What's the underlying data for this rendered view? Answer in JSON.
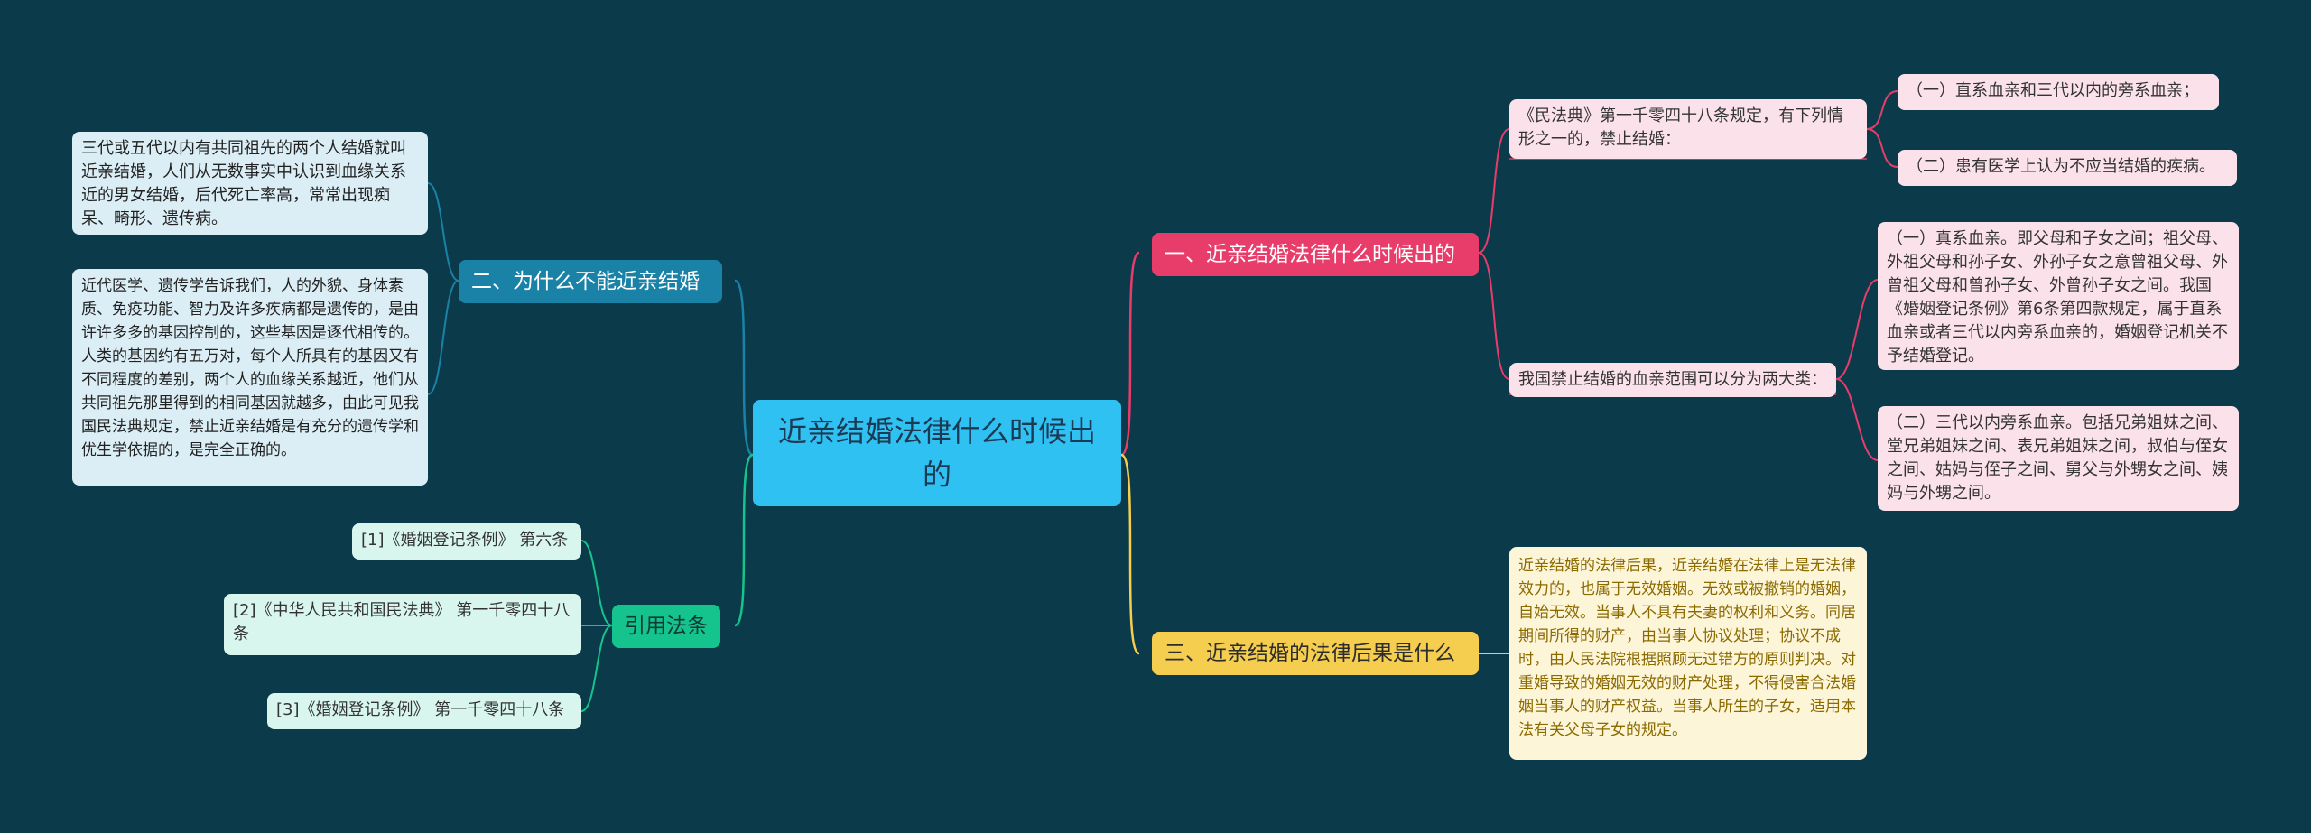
{
  "root": {
    "title": "近亲结婚法律什么时候出的"
  },
  "branch1": {
    "title": "一、近亲结婚法律什么时候出的",
    "sub1": {
      "text": "《民法典》第一千零四十八条规定，有下列情形之一的，禁止结婚：",
      "items": [
        "（一）直系血亲和三代以内的旁系血亲；",
        "（二）患有医学上认为不应当结婚的疾病。"
      ]
    },
    "sub2": {
      "text": "我国禁止结婚的血亲范围可以分为两大类：",
      "items": [
        "（一）真系血亲。即父母和子女之间；祖父母、外祖父母和孙子女、外孙子女之意曾祖父母、外曾祖父母和曾孙子女、外曾孙子女之间。我国《婚姻登记条例》第6条第四款规定，属于直系血亲或者三代以内旁系血亲的，婚姻登记机关不予结婚登记。",
        "（二）三代以内旁系血亲。包括兄弟姐妹之间、堂兄弟姐妹之间、表兄弟姐妹之间，叔伯与侄女之间、姑妈与侄子之间、舅父与外甥女之间、姨妈与外甥之间。"
      ]
    }
  },
  "branch2": {
    "title": "二、为什么不能近亲结婚",
    "items": [
      "三代或五代以内有共同祖先的两个人结婚就叫近亲结婚，人们从无数事实中认识到血缘关系近的男女结婚，后代死亡率高，常常出现痴呆、畸形、遗传病。",
      "近代医学、遗传学告诉我们，人的外貌、身体素质、免疫功能、智力及许多疾病都是遗传的，是由许许多多的基因控制的，这些基因是逐代相传的。人类的基因约有五万对，每个人所具有的基因又有不同程度的差别，两个人的血缘关系越近，他们从共同祖先那里得到的相同基因就越多，由此可见我国民法典规定，禁止近亲结婚是有充分的遗传学和优生学依据的，是完全正确的。"
    ]
  },
  "branch3": {
    "title": "三、近亲结婚的法律后果是什么",
    "text": "近亲结婚的法律后果，近亲结婚在法律上是无法律效力的，也属于无效婚姻。无效或被撤销的婚姻，自始无效。当事人不具有夫妻的权利和义务。同居期间所得的财产，由当事人协议处理；协议不成时，由人民法院根据照顾无过错方的原则判决。对重婚导致的婚姻无效的财产处理，不得侵害合法婚姻当事人的财产权益。当事人所生的子女，适用本法有关父母子女的规定。"
  },
  "branch4": {
    "title": "引用法条",
    "items": [
      "[1]《婚姻登记条例》 第六条",
      "[2]《中华人民共和国民法典》 第一千零四十八条",
      "[3]《婚姻登记条例》 第一千零四十八条"
    ]
  },
  "colors": {
    "background": "#0b3a4a",
    "root": "#2ec1f2",
    "branch1": "#e83d6a",
    "branch2": "#1a82a6",
    "branch3": "#f5cd4f",
    "branch4": "#15c48c"
  }
}
